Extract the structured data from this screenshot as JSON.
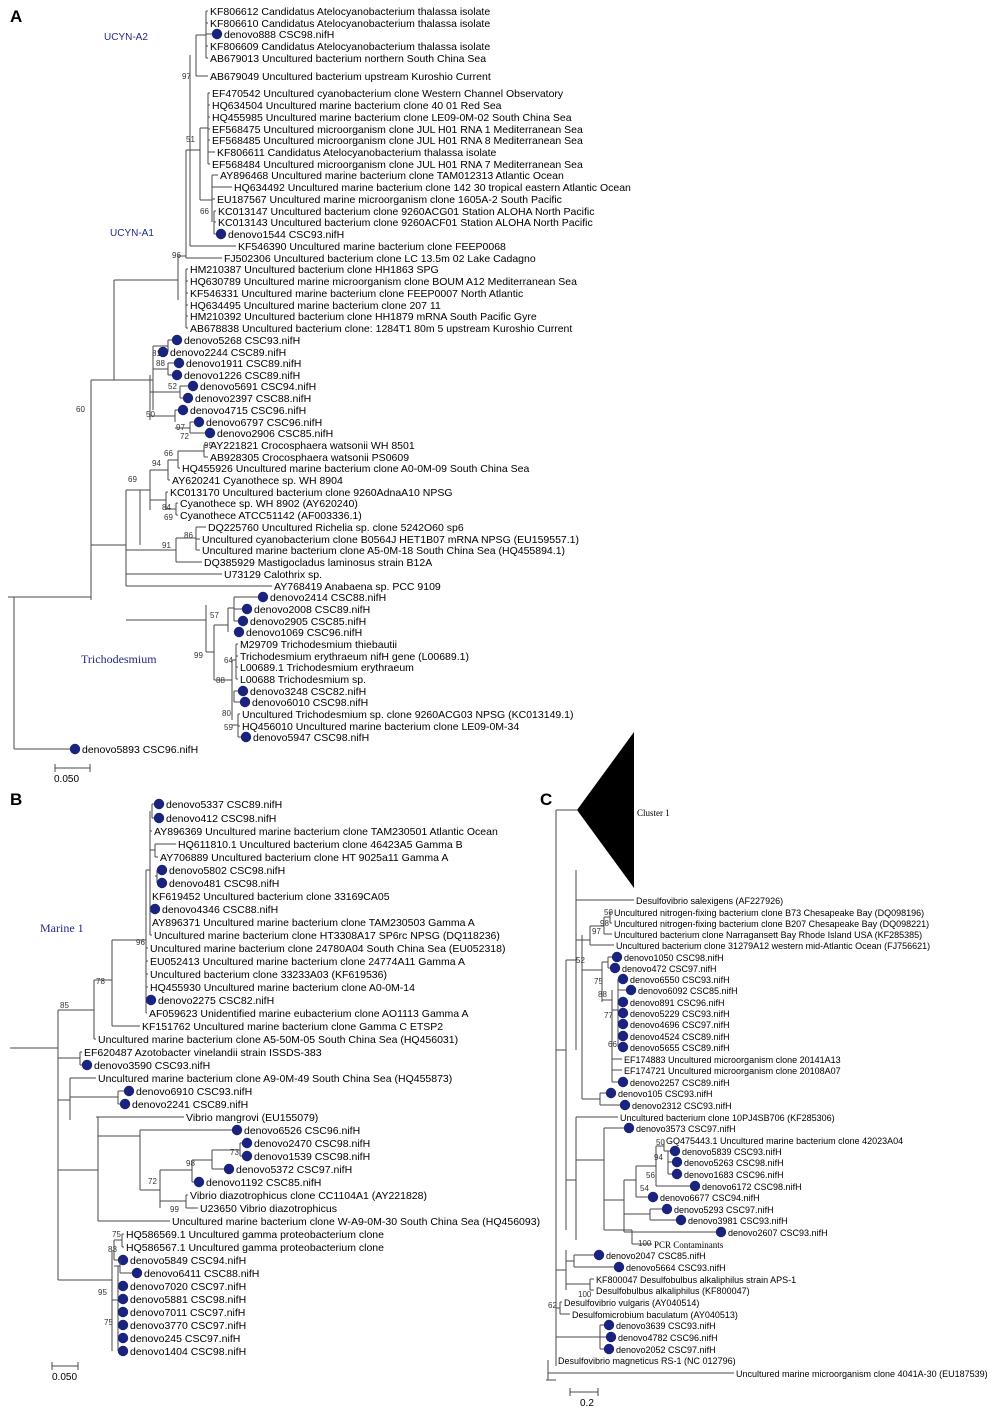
{
  "panels": [
    {
      "letter": "A",
      "clades": [
        "UCYN-A2",
        "UCYN-A1",
        "Trichodesmium"
      ],
      "scale": "0.050",
      "leaves": [
        "KF806612 Candidatus Atelocyanobacterium thalassa isolate",
        "KF806610 Candidatus Atelocyanobacterium thalassa isolate",
        "denovo888 CSC98.nifH",
        "KF806609 Candidatus Atelocyanobacterium thalassa isolate",
        "AB679013 Uncultured bacterium northern South China Sea",
        "AB679049 Uncultured bacterium upstream Kuroshio Current",
        "EF470542 Uncultured cyanobacterium clone Western Channel Observatory",
        "HQ634504 Uncultured marine bacterium clone 40 01 Red Sea",
        "HQ455985 Uncultured marine bacterium clone LE09-0M-02 South China Sea",
        "EF568475 Uncultured microorganism clone JUL H01 RNA 1 Mediterranean Sea",
        "EF568485 Uncultured microorganism clone JUL H01 RNA 8 Mediterranean Sea",
        "KF806611 Candidatus Atelocyanobacterium thalassa isolate",
        "EF568484 Uncultured microorganism clone JUL H01 RNA 7 Mediterranean Sea",
        "AY896468 Uncultured marine bacterium clone TAM012313 Atlantic Ocean",
        "HQ634492 Uncultured marine bacterium clone 142 30 tropical eastern Atlantic Ocean",
        "EU187567 Uncultured marine microorganism clone 1605A-2 South Pacific",
        "KC013147 Uncultured bacterium clone 9260ACG01 Station ALOHA North Pacific",
        "KC013143 Uncultured bacterium clone 9260ACF01 Station ALOHA North Pacific",
        "denovo1544 CSC93.nifH",
        "KF546390 Uncultured marine bacterium clone FEEP0068",
        "FJ502306 Uncultured bacterium clone LC 13.5m 02 Lake Cadagno",
        "HM210387 Uncultured bacterium clone HH1863 SPG",
        "HQ630789 Uncultured marine microorganism clone BOUM A12 Mediterranean Sea",
        "KF546331 Uncultured marine bacterium clone FEEP0007 North Atlantic",
        "HQ634495 Uncultured marine bacterium clone 207 11",
        "HM210392 Uncultured bacterium clone HH1879 mRNA South Pacific Gyre",
        "AB678838 Uncultured bacterium clone: 1284T1 80m 5 upstream Kuroshio Current",
        "denovo5268 CSC93.nifH",
        "denovo2244 CSC89.nifH",
        "denovo1911 CSC89.nifH",
        "denovo1226 CSC89.nifH",
        "denovo5691 CSC94.nifH",
        "denovo2397 CSC88.nifH",
        "denovo4715 CSC96.nifH",
        "denovo6797 CSC96.nifH",
        "denovo2906 CSC85.nifH",
        "AY221821 Crocosphaera watsonii WH 8501",
        "AB928305 Crocosphaera watsonii PS0609",
        "HQ455926 Uncultured marine bacterium clone A0-0M-09 South China Sea",
        "AY620241 Cyanothece sp. WH 8904",
        "KC013170 Uncultured bacterium clone 9260AdnaA10 NPSG",
        "Cyanothece sp. WH 8902 (AY620240)",
        "Cyanothece ATCC51142 (AF003336.1)",
        "DQ225760 Uncultured Richelia sp. clone 5242O60 sp6",
        "Uncultured cyanobacterium clone B0564J HET1B07 mRNA NPSG (EU159557.1)",
        "Uncultured marine bacterium clone A5-0M-18 South China Sea (HQ455894.1)",
        "DQ385929 Mastigocladus laminosus strain B12A",
        "U73129 Calothrix sp.",
        "AY768419 Anabaena sp. PCC 9109",
        "denovo2414 CSC88.nifH",
        "denovo2008 CSC89.nifH",
        "denovo2905 CSC85.nifH",
        "denovo1069 CSC96.nifH",
        "M29709 Trichodesmium thiebautii",
        "Trichodesmium erythraeum nifH gene (L00689.1)",
        "L00689.1 Trichodesmium erythraeum",
        "L00688 Trichodesmium sp.",
        "denovo3248 CSC82.nifH",
        "denovo6010 CSC98.nifH",
        "Uncultured Trichodesmium sp. clone 9260ACG03 NPSG (KC013149.1)",
        "HQ456010 Uncultured marine bacterium clone LE09-0M-34",
        "denovo5947 CSC98.nifH",
        "denovo5893 CSC96.nifH"
      ],
      "bootstraps": [
        "97",
        "51",
        "66",
        "96",
        "81",
        "88",
        "52",
        "50",
        "97",
        "72",
        "60",
        "99",
        "66",
        "94",
        "69",
        "84",
        "69",
        "86",
        "91",
        "57",
        "99",
        "64",
        "88",
        "80",
        "59"
      ]
    },
    {
      "letter": "B",
      "clades": [
        "Marine 1"
      ],
      "scale": "0.050",
      "leaves": [
        "denovo5337 CSC89.nifH",
        "denovo412 CSC98.nifH",
        "AY896369 Uncultured marine bacterium clone TAM230501 Atlantic Ocean",
        "HQ611810.1 Uncultured bacterium clone 46423A5 Gamma B",
        "AY706889 Uncultured bacterium clone HT 9025a11 Gamma A",
        "denovo5802 CSC98.nifH",
        "denovo481 CSC98.nifH",
        "KF619452 Uncultured bacterium clone 33169CA05",
        "denovo4346 CSC88.nifH",
        "AY896371 Uncultured marine bacterium clone TAM230503 Gamma A",
        "Uncultured marine bacterium clone HT3308A17 SP6rc NPSG (DQ118236)",
        "Uncultured marine bacterium clone 24780A04 South China Sea (EU052318)",
        "EU052413 Uncultured marine bacterium clone 24774A11 Gamma A",
        "Uncultured bacterium clone 33233A03 (KF619536)",
        "HQ455930 Uncultured marine bacterium clone A0-0M-14",
        "denovo2275 CSC82.nifH",
        "AF059623 Unidentified marine eubacterium clone AO1113 Gamma A",
        "KF151762 Uncultured marine bacterium clone Gamma C ETSP2",
        "Uncultured marine bacterium clone A5-50M-05 South China Sea (HQ456031)",
        "EF620487 Azotobacter vinelandii strain ISSDS-383",
        "denovo3590 CSC93.nifH",
        "Uncultured marine bacterium clone A9-0M-49 South China Sea (HQ455873)",
        "denovo6910 CSC93.nifH",
        "denovo2241 CSC89.nifH",
        "Vibrio mangrovi (EU155079)",
        "denovo6526 CSC96.nifH",
        "denovo2470 CSC98.nifH",
        "denovo1539 CSC98.nifH",
        "denovo5372 CSC97.nifH",
        "denovo1192 CSC85.nifH",
        "Vibrio diazotrophicus clone CC1104A1 (AY221828)",
        "U23650 Vibrio diazotrophicus",
        "Uncultured marine bacterium clone W-A9-0M-30 South China Sea (HQ456093)",
        "HQ586569.1 Uncultured gamma proteobacterium clone",
        "HQ586567.1 Uncultured gamma proteobacterium clone",
        "denovo5849 CSC94.nifH",
        "denovo6411 CSC88.nifH",
        "denovo7020 CSC97.nifH",
        "denovo5881 CSC98.nifH",
        "denovo7011 CSC97.nifH",
        "denovo3770 CSC97.nifH",
        "denovo245 CSC97.nifH",
        "denovo1404 CSC98.nifH"
      ],
      "bootstraps": [
        "96",
        "78",
        "85",
        "73",
        "98",
        "72",
        "99",
        "75",
        "83",
        "95",
        "75"
      ]
    },
    {
      "letter": "C",
      "clades": [
        "Cluster 1",
        "PCR Contaminants"
      ],
      "scale": "0.2",
      "leaves": [
        "Desulfovibrio salexigens (AF227926)",
        "Uncultured nitrogen-fixing bacterium clone B73 Chesapeake Bay (DQ098196)",
        "Uncultured nitrogen-fixing bacterium clone B207 Chesapeake Bay (DQ098221)",
        "Uncultured bacterium clone Narragansett Bay Rhode Island USA (KF285385)",
        "Uncultured bacterium clone 31279A12 western mid-Atlantic Ocean (FJ756621)",
        "denovo1050 CSC98.nifH",
        "denovo472 CSC97.nifH",
        "denovo6550 CSC93.nifH",
        "denovo6092 CSC85.nifH",
        "denovo891 CSC96.nifH",
        "denovo5229 CSC93.nifH",
        "denovo4696 CSC97.nifH",
        "denovo4524 CSC89.nifH",
        "denovo5655 CSC89.nifH",
        "EF174883 Uncultured microorganism clone 20141A13",
        "EF174721 Uncultured microorganism clone 20108A07",
        "denovo2257 CSC89.nifH",
        "denovo105 CSC93.nifH",
        "denovo2312 CSC93.nifH",
        "Uncultured bacterium clone 10PJ4SB706 (KF285306)",
        "denovo3573 CSC97.nifH",
        "GQ475443.1 Uncultured marine bacterium clone 42023A04",
        "denovo5839 CSC93.nifH",
        "denovo5263 CSC98.nifH",
        "denovo1683 CSC96.nifH",
        "denovo6172 CSC98.nifH",
        "denovo6677 CSC94.nifH",
        "denovo5293 CSC97.nifH",
        "denovo3981 CSC93.nifH",
        "denovo2607 CSC93.nifH",
        "denovo2047 CSC85.nifH",
        "denovo5664 CSC93.nifH",
        "KF800047 Desulfobulbus alkaliphilus strain APS-1",
        "Desulfobulbus alkaliphilus (KF800047)",
        "Desulfovibrio vulgaris (AY040514)",
        "Desulfomicrobium baculatum (AY040513)",
        "denovo3639 CSC93.nifH",
        "denovo4782 CSC96.nifH",
        "denovo2052 CSC97.nifH",
        "Desulfovibrio magneticus RS-1 (NC 012796)",
        "Uncultured marine microorganism clone 4041A-30 (EU187539)"
      ],
      "bootstraps": [
        "50",
        "98",
        "97",
        "52",
        "75",
        "88",
        "77",
        "66",
        "50",
        "94",
        "56",
        "54",
        "100",
        "100",
        "62"
      ]
    }
  ],
  "colors": {
    "marker": "#1a237e",
    "clade_label": "#1f2a8a",
    "branch": "#4a4a4a"
  }
}
